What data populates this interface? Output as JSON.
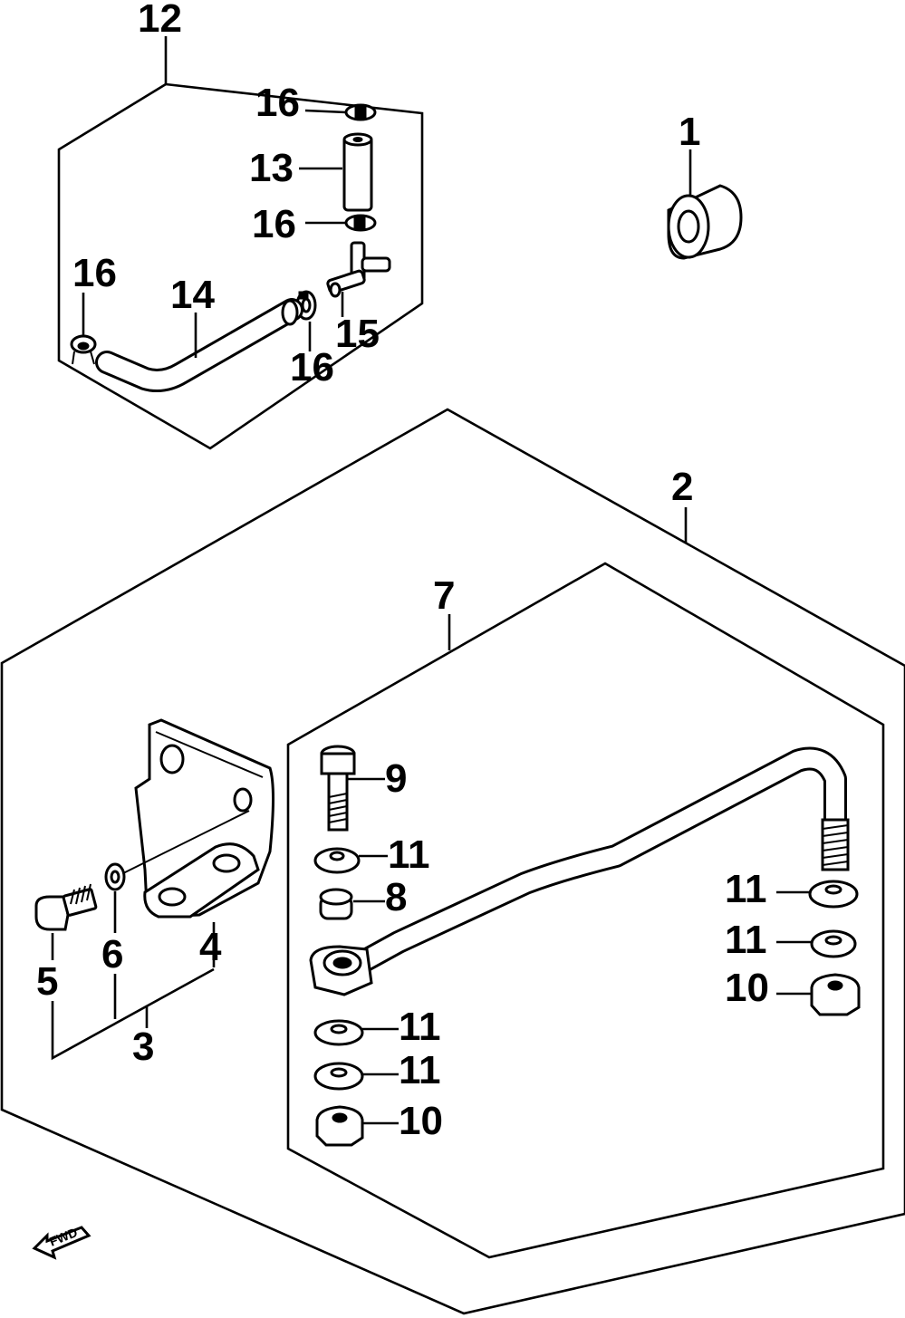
{
  "parts": {
    "p1": "1",
    "p2": "2",
    "p3": "3",
    "p4": "4",
    "p5": "5",
    "p6": "6",
    "p7": "7",
    "p8": "8",
    "p9": "9",
    "p10a": "10",
    "p10b": "10",
    "p11a": "11",
    "p11b": "11",
    "p11c": "11",
    "p11d": "11",
    "p11e": "11",
    "p12": "12",
    "p13": "13",
    "p14": "14",
    "p15": "15",
    "p16a": "16",
    "p16b": "16",
    "p16c": "16",
    "p16d": "16"
  },
  "direction_marker": "FWD"
}
